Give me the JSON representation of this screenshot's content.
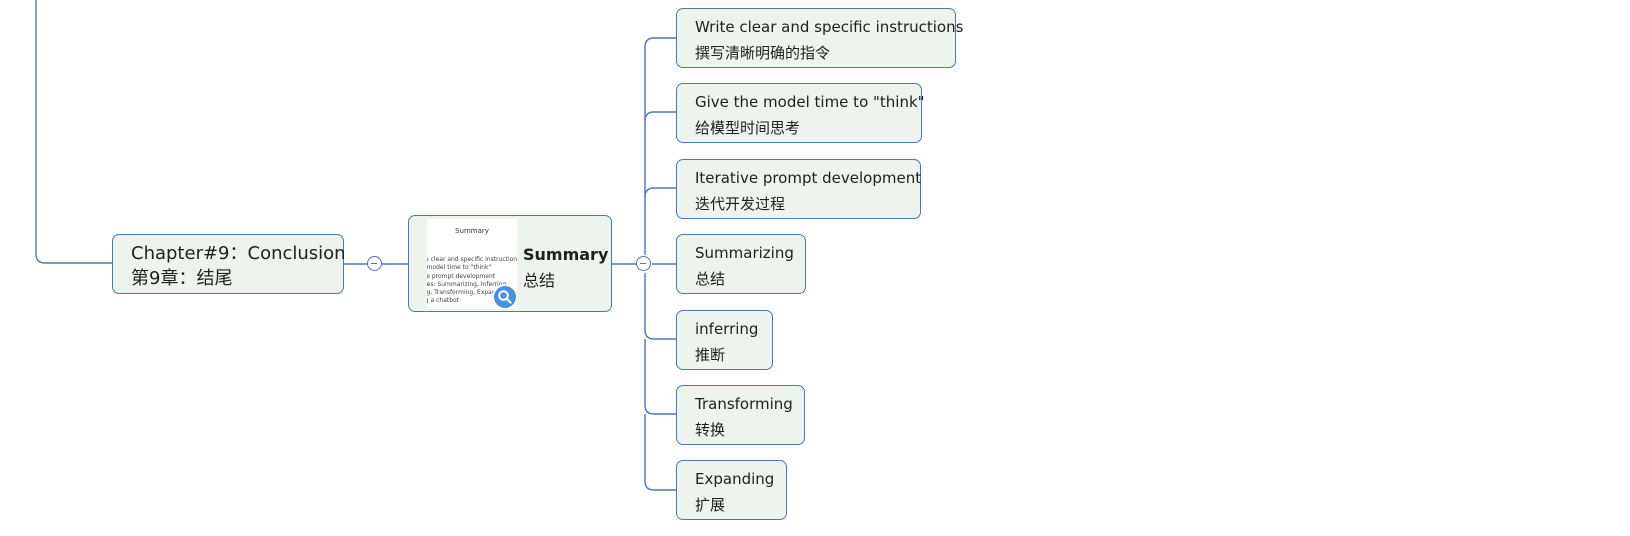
{
  "chapter": {
    "title_en": "Chapter#9：Conclusion",
    "title_zh": "第9章：结尾"
  },
  "summary": {
    "label_en": "Summary",
    "label_zh": "总结",
    "thumbnail": {
      "title": "Summary",
      "lines": [
        "ite clear and specific instructions",
        "e model time to \"think\"",
        "ive prompt development",
        "ities: Summarizing, Inferring,",
        "ing, Transforming, Expanding",
        "ng a chatbot"
      ],
      "zoom_icon": "search-icon",
      "zoom_color": "#4a90e2"
    }
  },
  "children": [
    {
      "en": "Write clear and specific instructions",
      "zh": "撰写清晰明确的指令"
    },
    {
      "en": "Give the model time to \"think\"",
      "zh": "给模型时间思考"
    },
    {
      "en": "Iterative prompt development",
      "zh": "迭代开发过程"
    },
    {
      "en": "Summarizing",
      "zh": "总结"
    },
    {
      "en": "inferring",
      "zh": "推断"
    },
    {
      "en": "Transforming",
      "zh": "转换"
    },
    {
      "en": "Expanding",
      "zh": "扩展"
    }
  ],
  "colors": {
    "connector": "#4a78b5",
    "node_fill": "#eef3ee",
    "node_border": "#4a78b5"
  }
}
